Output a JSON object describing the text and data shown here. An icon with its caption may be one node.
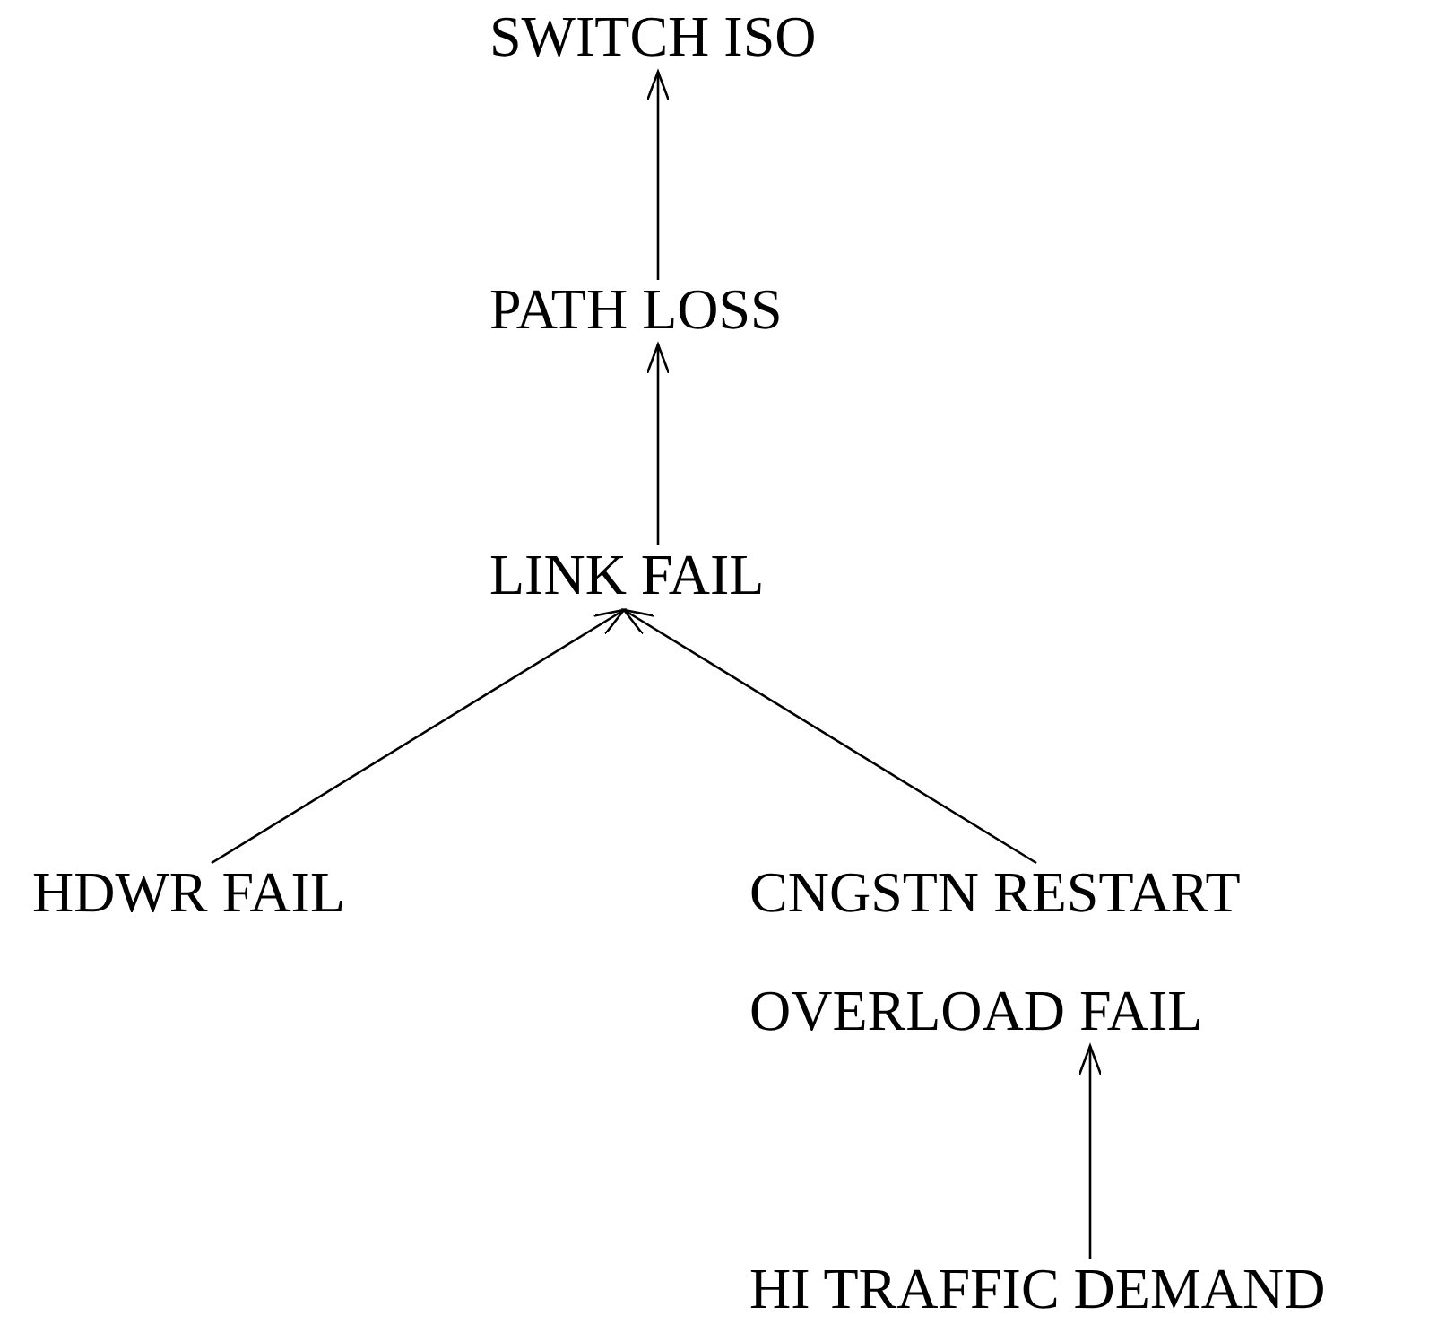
{
  "diagram": {
    "nodes": [
      {
        "text": [
          "SWITCH ISO"
        ]
      },
      {
        "text": [
          "PATH LOSS"
        ]
      },
      {
        "text": [
          "LINK FAIL"
        ]
      },
      {
        "text": [
          "HDWR FAIL"
        ]
      },
      {
        "text": [
          "CNGSTN RESTART"
        ]
      },
      {
        "text": [
          "OVERLOAD FAIL"
        ]
      },
      {
        "text": [
          "HI TRAFFIC DEMAND"
        ]
      }
    ],
    "edges": [
      {
        "from": 1,
        "to": 0,
        "arrow": "to"
      },
      {
        "from": 2,
        "to": 1,
        "arrow": "to"
      },
      {
        "from": 3,
        "to": 2,
        "arrow": "to"
      },
      {
        "from": 4,
        "to": 2,
        "arrow": "to"
      },
      {
        "from": 6,
        "to": 5,
        "arrow": "to"
      }
    ]
  }
}
